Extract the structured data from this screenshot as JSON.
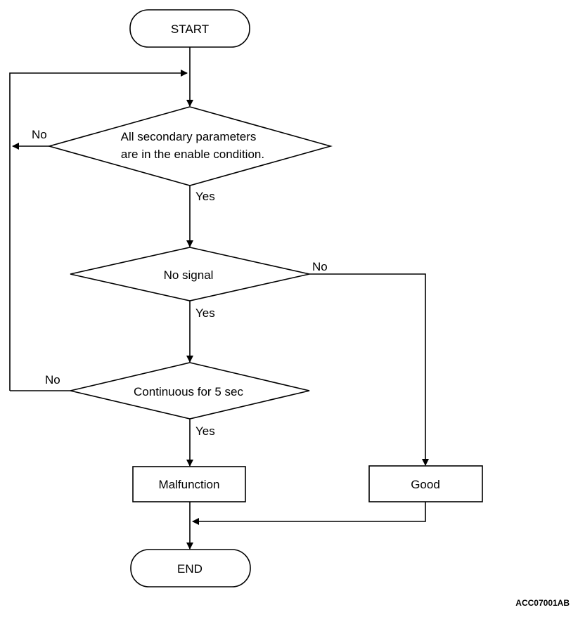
{
  "nodes": {
    "start": "START",
    "decision_params": {
      "line1": "All secondary parameters",
      "line2": "are in the enable condition."
    },
    "decision_signal": "No signal",
    "decision_continuous": "Continuous for 5 sec",
    "malfunction": "Malfunction",
    "good": "Good",
    "end": "END"
  },
  "branches": {
    "params_no": "No",
    "params_yes": "Yes",
    "signal_no": "No",
    "signal_yes": "Yes",
    "continuous_no": "No",
    "continuous_yes": "Yes"
  },
  "figure_code": "ACC07001AB"
}
